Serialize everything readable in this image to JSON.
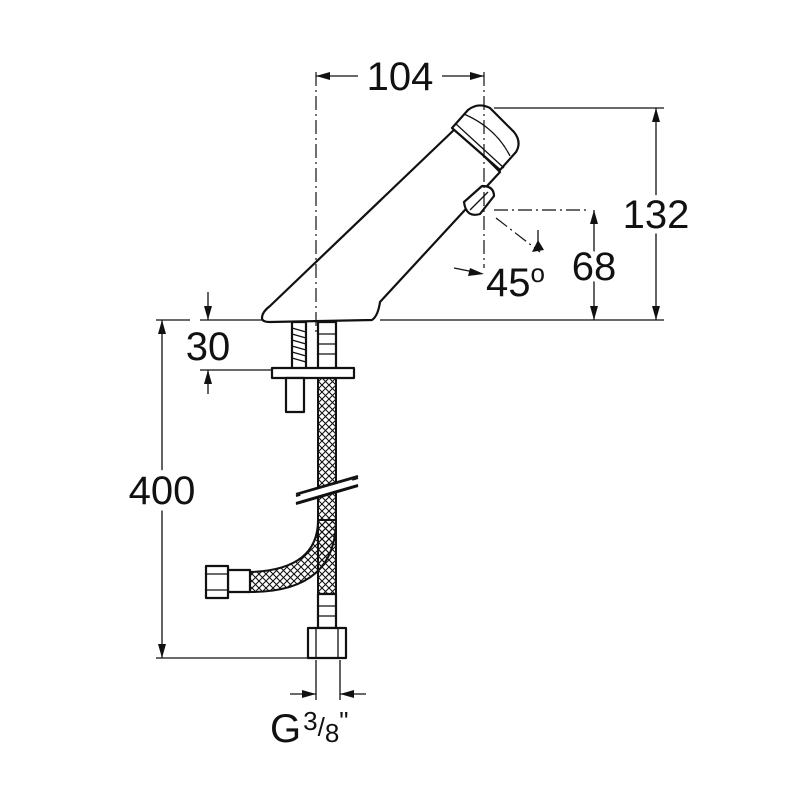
{
  "dimensions": {
    "spout_reach": "104",
    "total_height": "132",
    "outlet_height": "68",
    "outlet_angle": "45",
    "angle_unit": "o",
    "deck_thickness": "30",
    "hose_length": "400",
    "thread_prefix": "G",
    "thread_numerator": "3",
    "thread_slash": "/",
    "thread_denominator": "8",
    "thread_unit": "\""
  },
  "colors": {
    "ink": "#111111",
    "background": "#ffffff"
  }
}
